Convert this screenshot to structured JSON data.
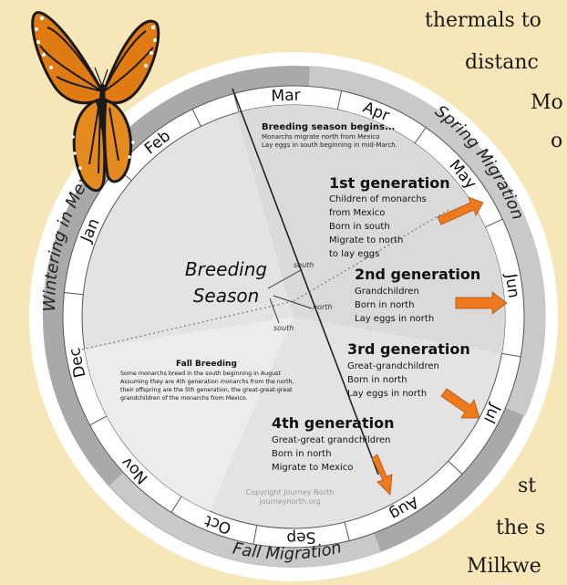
{
  "background_text": {
    "line1": "thermals to",
    "line2": "distanc",
    "line3": "Mo",
    "line4": "o",
    "line5": "st",
    "line6": "the s",
    "line7": "Milkwe"
  },
  "ring": {
    "arcs": {
      "winter": "Wintering in Mexico",
      "spring": "Spring Migration",
      "fall": "Fall Migration"
    },
    "months": [
      "Mar",
      "Apr",
      "May",
      "Jun",
      "Jul",
      "Aug",
      "Sep",
      "Oct",
      "Nov",
      "Dec",
      "Jan",
      "Feb"
    ]
  },
  "center": {
    "breeding_line1": "Breeding",
    "breeding_line2": "Season",
    "south_upper": "south",
    "south_lower": "south",
    "north": "north"
  },
  "breeding_begins": {
    "title": "Breeding season begins...",
    "line1": "Monarchs migrate north from Mexico",
    "line2": "Lay eggs in south beginning in mid-March."
  },
  "gen1": {
    "title": "1st generation",
    "lines": [
      "Children of monarchs",
      "from Mexico",
      "Born in south",
      "Migrate to north",
      "to lay eggs"
    ]
  },
  "gen2": {
    "title": "2nd generation",
    "lines": [
      "Grandchildren",
      "Born in north",
      "Lay eggs in north"
    ]
  },
  "gen3": {
    "title": "3rd generation",
    "lines": [
      "Great-grandchildren",
      "Born in north",
      "Lay eggs in north"
    ]
  },
  "gen4": {
    "title": "4th generation",
    "lines": [
      "Great-great grandchildren",
      "Born in north",
      "Migrate to Mexico"
    ]
  },
  "fall_breeding": {
    "title": "Fall Breeding",
    "lines": [
      "Some monarchs breed in the south beginning in August",
      "Assuming they are 4th generation monarchs from the north,",
      "their offspring are the 5th generation, the great-great-great",
      "grandchildren of the monarchs from Mexico."
    ]
  },
  "copyright": {
    "line1": "Copyright Journey North",
    "line2": "journeynorth.org"
  },
  "colors": {
    "background": "#f6e6b8",
    "ring_dark": "#a9a9a9",
    "ring_light": "#c9c9c9",
    "month_band": "#ffffff",
    "inner_fill": "#e3e3e3",
    "arrow_fill": "#ee7a1e",
    "butterfly_orange": "#e07a12"
  }
}
